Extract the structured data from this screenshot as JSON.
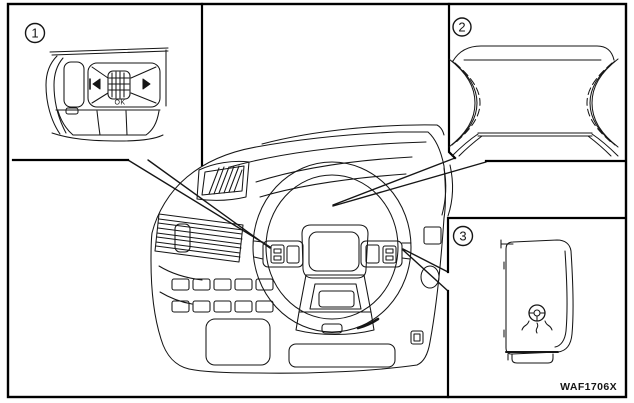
{
  "figure": {
    "code": "WAF1706X",
    "background_color": "#ffffff",
    "line_color": "#161616",
    "border_color": "#000000",
    "scene": "dashboard-with-steering-wheel",
    "callouts": [
      {
        "number": "1",
        "depicts": "steering-wheel-display-control-switch",
        "ok_label": "OK",
        "icons": [
          "previous-arrow-icon",
          "scroll-wheel-icon",
          "next-arrow-icon"
        ]
      },
      {
        "number": "2",
        "depicts": "vehicle-information-display"
      },
      {
        "number": "3",
        "depicts": "heated-steering-wheel-switch",
        "icons": [
          "heated-steering-wheel-icon"
        ]
      }
    ]
  }
}
